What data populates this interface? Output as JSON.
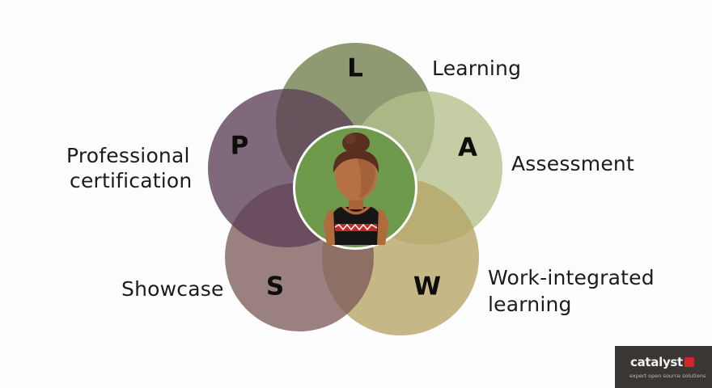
{
  "diagram": {
    "center_figure": "student-avatar",
    "petals": [
      {
        "letter": "L",
        "label_lines": [
          "Learning"
        ],
        "color": "#6f7d4b"
      },
      {
        "letter": "A",
        "label_lines": [
          "Assessment"
        ],
        "color": "#b5bf8c"
      },
      {
        "letter": "W",
        "label_lines": [
          "Work-integrated",
          "learning"
        ],
        "color": "#b5a464"
      },
      {
        "letter": "S",
        "label_lines": [
          "Showcase"
        ],
        "color": "#7e5c5a"
      },
      {
        "letter": "P",
        "label_lines": [
          "Professional",
          "certification"
        ],
        "color": "#5c3f54"
      }
    ],
    "center_color": "#6e9a4c"
  },
  "branding": {
    "name": "catalyst",
    "tagline": "expert open source solutions",
    "icon": "catalyst-logo-icon",
    "background": "#3a3633",
    "accent": "#d3262a"
  }
}
